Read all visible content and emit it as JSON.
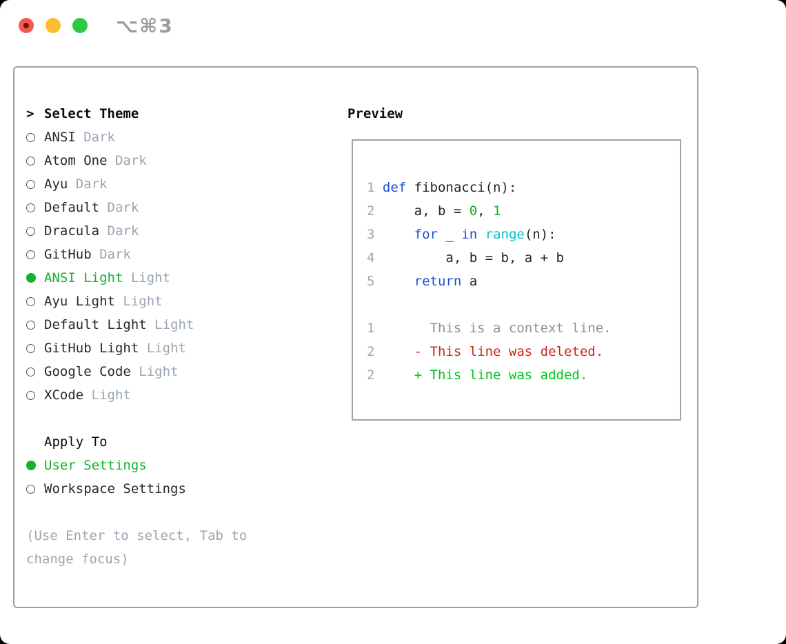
{
  "window": {
    "title": "⌥⌘3",
    "traffic_lights": [
      {
        "name": "close"
      },
      {
        "name": "minimize"
      },
      {
        "name": "zoom"
      }
    ]
  },
  "theme_selector": {
    "prompt": ">",
    "header": "Select Theme",
    "items": [
      {
        "name": "ANSI",
        "variant": "Dark",
        "selected": false
      },
      {
        "name": "Atom One",
        "variant": "Dark",
        "selected": false
      },
      {
        "name": "Ayu",
        "variant": "Dark",
        "selected": false
      },
      {
        "name": "Default",
        "variant": "Dark",
        "selected": false
      },
      {
        "name": "Dracula",
        "variant": "Dark",
        "selected": false
      },
      {
        "name": "GitHub",
        "variant": "Dark",
        "selected": false
      },
      {
        "name": "ANSI Light",
        "variant": "Light",
        "selected": true
      },
      {
        "name": "Ayu Light",
        "variant": "Light",
        "selected": false
      },
      {
        "name": "Default Light",
        "variant": "Light",
        "selected": false
      },
      {
        "name": "GitHub Light",
        "variant": "Light",
        "selected": false
      },
      {
        "name": "Google Code",
        "variant": "Light",
        "selected": false
      },
      {
        "name": "XCode",
        "variant": "Light",
        "selected": false
      }
    ]
  },
  "apply_to": {
    "header": "Apply To",
    "options": [
      {
        "label": "User Settings",
        "selected": true
      },
      {
        "label": "Workspace Settings",
        "selected": false
      }
    ]
  },
  "help_lines": [
    "(Use Enter to select, Tab to",
    "change focus)"
  ],
  "preview": {
    "header": "Preview",
    "code_lines": [
      {
        "num": "1",
        "tokens": [
          {
            "text": "def",
            "color": "keyword"
          },
          {
            "text": " fibonacci(n):",
            "color": "plain"
          }
        ]
      },
      {
        "num": "2",
        "tokens": [
          {
            "text": "    a, b = ",
            "color": "plain"
          },
          {
            "text": "0",
            "color": "literal"
          },
          {
            "text": ", ",
            "color": "plain"
          },
          {
            "text": "1",
            "color": "literal"
          }
        ]
      },
      {
        "num": "3",
        "tokens": [
          {
            "text": "    ",
            "color": "plain"
          },
          {
            "text": "for",
            "color": "keyword"
          },
          {
            "text": " _ ",
            "color": "plain"
          },
          {
            "text": "in",
            "color": "keyword"
          },
          {
            "text": " ",
            "color": "plain"
          },
          {
            "text": "range",
            "color": "builtin"
          },
          {
            "text": "(n):",
            "color": "plain"
          }
        ]
      },
      {
        "num": "4",
        "tokens": [
          {
            "text": "        a, b = b, a + b",
            "color": "plain"
          }
        ]
      },
      {
        "num": "5",
        "tokens": [
          {
            "text": "    ",
            "color": "plain"
          },
          {
            "text": "return",
            "color": "keyword"
          },
          {
            "text": " a",
            "color": "plain"
          }
        ]
      },
      {
        "num": "",
        "tokens": []
      },
      {
        "num": "1",
        "tokens": [
          {
            "text": "      This is a context line.",
            "color": "context"
          }
        ]
      },
      {
        "num": "2",
        "tokens": [
          {
            "text": "    - This line was deleted.",
            "color": "deleted"
          }
        ]
      },
      {
        "num": "2",
        "tokens": [
          {
            "text": "    + This line was added.",
            "color": "added"
          }
        ]
      }
    ]
  },
  "colors": {
    "keyword": "#1e50d5",
    "builtin": "#0abfc9",
    "literal": "#11b022",
    "plain": "#1f242b",
    "context": "#8a919b",
    "deleted": "#c9271c",
    "added": "#00c41d",
    "line_number": "#9aa5b2",
    "selected_green": "#12b22c",
    "muted_gray": "#9aa5b2",
    "border_gray": "#9aa2ae"
  }
}
